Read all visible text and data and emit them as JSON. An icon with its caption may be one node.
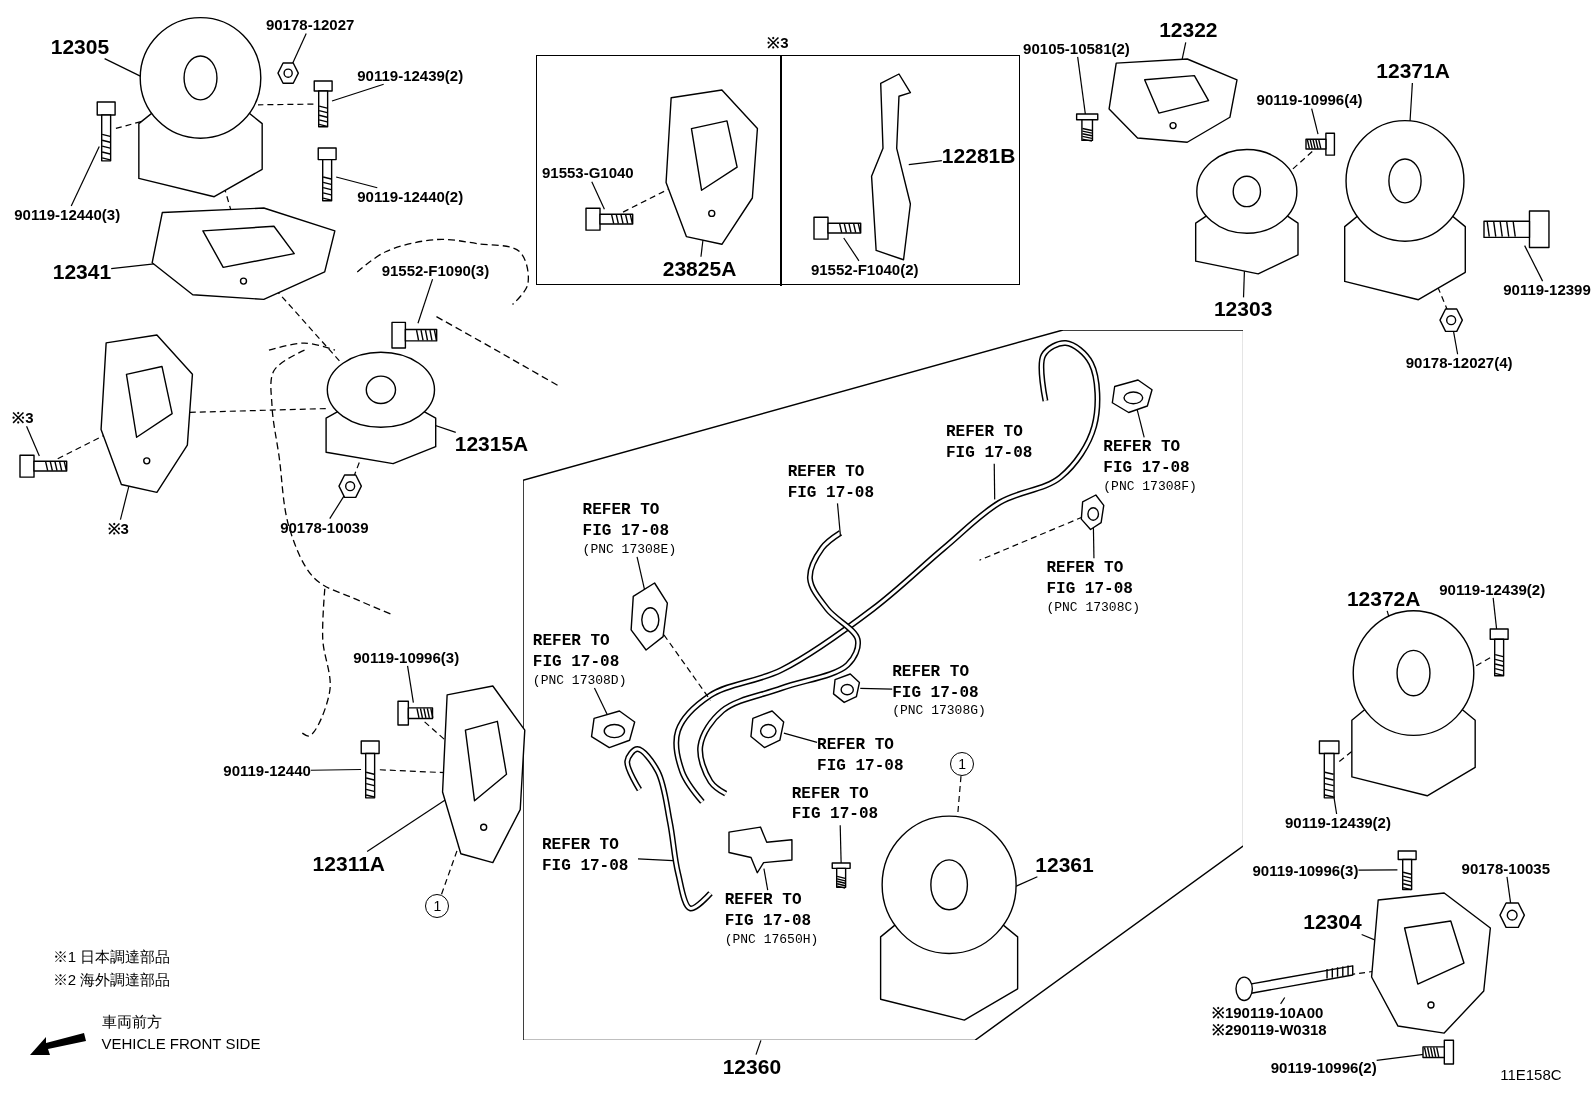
{
  "diagram": {
    "nodes": [
      {
        "text": [
          "※3"
        ]
      },
      {
        "text": [],
        "shape": "box",
        "in": 0
      },
      {
        "text": [],
        "shape": "box",
        "in": 0
      },
      {
        "text": [],
        "shape": "box"
      },
      {
        "text": [
          "12305"
        ]
      },
      {
        "text": [
          "90178-12027"
        ]
      },
      {
        "text": [
          "90119-12439(2)"
        ]
      },
      {
        "text": [
          "90119-12440(3)"
        ]
      },
      {
        "text": [
          "90119-12440(2)"
        ]
      },
      {
        "text": [
          "12341"
        ]
      },
      {
        "text": [
          "91552-F1090(3)"
        ]
      },
      {
        "text": [
          "12315A"
        ]
      },
      {
        "text": [
          "※3"
        ]
      },
      {
        "text": [
          "※3"
        ]
      },
      {
        "text": [
          "90178-10039"
        ]
      },
      {
        "text": [
          "91553-G1040"
        ],
        "in": 1
      },
      {
        "text": [
          "23825A"
        ],
        "in": 1
      },
      {
        "text": [
          "12281B"
        ],
        "in": 2
      },
      {
        "text": [
          "91552-F1040(2)"
        ],
        "in": 2
      },
      {
        "text": [
          "12322"
        ]
      },
      {
        "text": [
          "90105-10581(2)"
        ]
      },
      {
        "text": [
          "90119-10996(4)"
        ]
      },
      {
        "text": [
          "12371A"
        ]
      },
      {
        "text": [
          "12303"
        ]
      },
      {
        "text": [
          "90119-12399"
        ]
      },
      {
        "text": [
          "90178-12027(4)"
        ]
      },
      {
        "text": [
          "12372A"
        ]
      },
      {
        "text": [
          "90119-12439(2)"
        ]
      },
      {
        "text": [
          "90119-12439(2)"
        ]
      },
      {
        "text": [
          "90119-10996(3)"
        ]
      },
      {
        "text": [
          "90178-10035"
        ]
      },
      {
        "text": [
          "12304"
        ]
      },
      {
        "text": [
          "※190119-10A00",
          "※290119-W0318"
        ]
      },
      {
        "text": [
          "90119-10996(2)"
        ]
      },
      {
        "text": [
          "12360"
        ]
      },
      {
        "text": [
          "12361"
        ],
        "in": 3
      },
      {
        "text": [
          "1"
        ],
        "in": 3
      },
      {
        "text": [
          "1"
        ]
      },
      {
        "text": [
          "12311A"
        ]
      },
      {
        "text": [
          "90119-10996(3)"
        ]
      },
      {
        "text": [
          "90119-12440"
        ]
      },
      {
        "text": [
          "REFER TO FIG 17-08"
        ],
        "in": 3
      },
      {
        "text": [
          "REFER TO FIG 17-08"
        ],
        "in": 3
      },
      {
        "text": [
          "REFER TO FIG 17-08",
          "(PNC 17308F)"
        ],
        "in": 3
      },
      {
        "text": [
          "REFER TO FIG 17-08",
          "(PNC 17308E)"
        ],
        "in": 3
      },
      {
        "text": [
          "REFER TO FIG 17-08",
          "(PNC 17308C)"
        ],
        "in": 3
      },
      {
        "text": [
          "REFER TO FIG 17-08",
          "(PNC 17308D)"
        ],
        "in": 3
      },
      {
        "text": [
          "REFER TO FIG 17-08",
          "(PNC 17308G)"
        ],
        "in": 3
      },
      {
        "text": [
          "REFER TO FIG 17-08"
        ],
        "in": 3
      },
      {
        "text": [
          "REFER TO FIG 17-08"
        ],
        "in": 3
      },
      {
        "text": [
          "REFER TO FIG 17-08"
        ],
        "in": 3
      },
      {
        "text": [
          "REFER TO FIG 17-08",
          "(PNC 17650H)"
        ],
        "in": 3
      },
      {
        "text": [],
        "shape": "picture"
      },
      {
        "text": [],
        "shape": "picture"
      },
      {
        "text": [],
        "shape": "picture"
      },
      {
        "text": [],
        "shape": "picture"
      },
      {
        "text": [],
        "shape": "picture"
      },
      {
        "text": [],
        "shape": "picture"
      },
      {
        "text": [],
        "shape": "picture"
      },
      {
        "text": [],
        "shape": "picture"
      },
      {
        "text": [],
        "shape": "picture"
      },
      {
        "text": [],
        "shape": "picture"
      },
      {
        "text": [],
        "shape": "picture"
      },
      {
        "text": [],
        "shape": "picture",
        "in": 1
      },
      {
        "text": [],
        "shape": "picture",
        "in": 1
      },
      {
        "text": [],
        "shape": "picture",
        "in": 2
      },
      {
        "text": [],
        "shape": "picture",
        "in": 2
      },
      {
        "text": [],
        "shape": "picture"
      },
      {
        "text": [],
        "shape": "picture"
      },
      {
        "text": [],
        "shape": "picture"
      },
      {
        "text": [],
        "shape": "picture"
      },
      {
        "text": [],
        "shape": "picture"
      },
      {
        "text": [],
        "shape": "picture"
      },
      {
        "text": [],
        "shape": "picture"
      },
      {
        "text": [],
        "shape": "picture"
      },
      {
        "text": [],
        "shape": "picture"
      },
      {
        "text": [],
        "shape": "picture"
      },
      {
        "text": [],
        "shape": "picture"
      },
      {
        "text": [],
        "shape": "picture"
      },
      {
        "text": [],
        "shape": "picture"
      },
      {
        "text": [],
        "shape": "picture"
      },
      {
        "text": [],
        "shape": "picture"
      },
      {
        "text": [],
        "shape": "picture",
        "in": 3
      },
      {
        "text": [],
        "shape": "picture"
      },
      {
        "text": [],
        "shape": "picture"
      },
      {
        "text": [],
        "shape": "picture"
      },
      {
        "text": [],
        "shape": "picture",
        "in": 3
      },
      {
        "text": [],
        "shape": "picture",
        "in": 3
      },
      {
        "text": [],
        "shape": "picture",
        "in": 3
      },
      {
        "text": [],
        "shape": "picture",
        "in": 3
      },
      {
        "text": [],
        "shape": "picture",
        "in": 3
      },
      {
        "text": [],
        "shape": "picture",
        "in": 3
      },
      {
        "text": [],
        "shape": "picture",
        "in": 3
      },
      {
        "text": [],
        "shape": "picture",
        "in": 3
      }
    ],
    "edges": [
      {
        "from": 4,
        "to": 52,
        "arrow": "none"
      },
      {
        "from": 5,
        "to": 53,
        "arrow": "none"
      },
      {
        "from": 6,
        "to": 54,
        "arrow": "none"
      },
      {
        "from": 7,
        "to": 55,
        "arrow": "none"
      },
      {
        "from": 8,
        "to": 56,
        "arrow": "none"
      },
      {
        "from": 9,
        "to": 57,
        "arrow": "none"
      },
      {
        "from": 10,
        "to": 58,
        "arrow": "none"
      },
      {
        "from": 11,
        "to": 59,
        "arrow": "none"
      },
      {
        "from": 12,
        "to": 60,
        "arrow": "none"
      },
      {
        "from": 13,
        "to": 61,
        "arrow": "none"
      },
      {
        "from": 14,
        "to": 62,
        "arrow": "none"
      },
      {
        "from": 15,
        "to": 63,
        "arrow": "none"
      },
      {
        "from": 16,
        "to": 64,
        "arrow": "none"
      },
      {
        "from": 17,
        "to": 65,
        "arrow": "none"
      },
      {
        "from": 18,
        "to": 66,
        "arrow": "none"
      },
      {
        "from": 19,
        "to": 67,
        "arrow": "none"
      },
      {
        "from": 20,
        "to": 68,
        "arrow": "none"
      },
      {
        "from": 21,
        "to": 69,
        "arrow": "none"
      },
      {
        "from": 22,
        "to": 71,
        "arrow": "none"
      },
      {
        "from": 23,
        "to": 70,
        "arrow": "none"
      },
      {
        "from": 24,
        "to": 72,
        "arrow": "none"
      },
      {
        "from": 25,
        "to": 73,
        "arrow": "none"
      },
      {
        "from": 26,
        "to": 74,
        "arrow": "none"
      },
      {
        "from": 27,
        "to": 75,
        "arrow": "none"
      },
      {
        "from": 28,
        "to": 76,
        "arrow": "none"
      },
      {
        "from": 29,
        "to": 77,
        "arrow": "none"
      },
      {
        "from": 30,
        "to": 78,
        "arrow": "none"
      },
      {
        "from": 31,
        "to": 79,
        "arrow": "none"
      },
      {
        "from": 32,
        "to": 80,
        "arrow": "none"
      },
      {
        "from": 33,
        "to": 81,
        "arrow": "none"
      },
      {
        "from": 34,
        "to": 3,
        "arrow": "none"
      },
      {
        "from": 35,
        "to": 82,
        "arrow": "none"
      },
      {
        "from": 38,
        "to": 83,
        "arrow": "none"
      },
      {
        "from": 39,
        "to": 84,
        "arrow": "none"
      },
      {
        "from": 40,
        "to": 85,
        "arrow": "none"
      },
      {
        "from": 41,
        "to": null,
        "arrow": "none"
      },
      {
        "from": 42,
        "to": null,
        "arrow": "none"
      },
      {
        "from": 43,
        "to": 86,
        "arrow": "none"
      },
      {
        "from": 44,
        "to": 87,
        "arrow": "none"
      },
      {
        "from": 45,
        "to": 88,
        "arrow": "none"
      },
      {
        "from": 46,
        "to": 89,
        "arrow": "none"
      },
      {
        "from": 47,
        "to": 90,
        "arrow": "none"
      },
      {
        "from": 48,
        "to": 91,
        "arrow": "none"
      },
      {
        "from": 49,
        "to": 92,
        "arrow": "none"
      },
      {
        "from": 50,
        "to": null,
        "arrow": "none"
      },
      {
        "from": 51,
        "to": 93,
        "arrow": "none"
      },
      {
        "from": 36,
        "to": 82,
        "arrow": "none",
        "style": "dashed"
      },
      {
        "from": 37,
        "to": 83,
        "arrow": "none",
        "style": "dashed"
      },
      {
        "from": 55,
        "to": 52,
        "arrow": "none",
        "style": "dashed"
      },
      {
        "from": 54,
        "to": 52,
        "arrow": "none",
        "style": "dashed"
      },
      {
        "from": 52,
        "to": 57,
        "arrow": "none",
        "style": "dashed"
      },
      {
        "from": 57,
        "to": 59,
        "arrow": "none",
        "style": "dashed"
      },
      {
        "from": 60,
        "to": 61,
        "arrow": "none",
        "style": "dashed"
      },
      {
        "from": 61,
        "to": 59,
        "arrow": "none",
        "style": "dashed"
      },
      {
        "from": 62,
        "to": 59,
        "arrow": "none",
        "style": "dashed"
      },
      {
        "from": 63,
        "to": 64,
        "arrow": "none",
        "style": "dashed"
      },
      {
        "from": 69,
        "to": 70,
        "arrow": "none",
        "style": "dashed"
      },
      {
        "from": 73,
        "to": 71,
        "arrow": "none",
        "style": "dashed"
      },
      {
        "from": 75,
        "to": 74,
        "arrow": "none",
        "style": "dashed"
      },
      {
        "from": 76,
        "to": 74,
        "arrow": "none",
        "style": "dashed"
      },
      {
        "from": 80,
        "to": 79,
        "arrow": "none",
        "style": "dashed"
      },
      {
        "from": 84,
        "to": 83,
        "arrow": "none",
        "style": "dashed"
      },
      {
        "from": 85,
        "to": 83,
        "arrow": "none",
        "style": "dashed"
      },
      {
        "from": 87,
        "to": null,
        "arrow": "none",
        "style": "dashed"
      },
      {
        "from": 88,
        "to": null,
        "arrow": "none",
        "style": "dashed"
      }
    ],
    "labels": [
      "※1 日本調達部品",
      "※2 海外調達部品",
      "車両前方",
      "VEHICLE FRONT SIDE",
      "11E158C"
    ]
  }
}
